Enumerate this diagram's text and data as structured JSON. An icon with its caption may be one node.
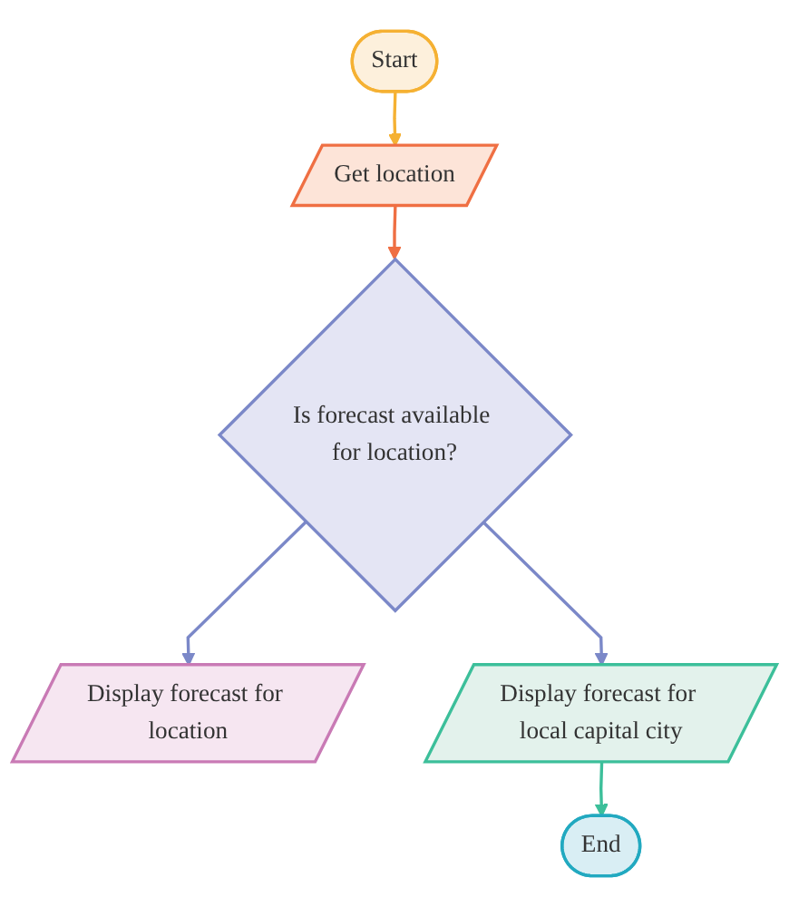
{
  "diagram": {
    "nodes": [
      {
        "text": [
          "Start"
        ]
      },
      {
        "text": [
          "Get location"
        ]
      },
      {
        "text": [
          "Is forecast available for location?"
        ]
      },
      {
        "text": [
          "Display forecast for location"
        ]
      },
      {
        "text": [
          "Display forecast for local capital city"
        ]
      },
      {
        "text": [
          "End"
        ]
      }
    ],
    "edges": [
      {
        "from": 0,
        "to": 1,
        "arrow": "to",
        "color": "#f5b133"
      },
      {
        "from": 1,
        "to": 2,
        "arrow": "to",
        "color": "#ef6f43"
      },
      {
        "from": 2,
        "to": 3,
        "arrow": "to",
        "color": "#7b88c8"
      },
      {
        "from": 2,
        "to": 4,
        "arrow": "to",
        "color": "#7b88c8"
      },
      {
        "from": 4,
        "to": 5,
        "arrow": "to",
        "color": "#3cbf9a"
      }
    ]
  }
}
